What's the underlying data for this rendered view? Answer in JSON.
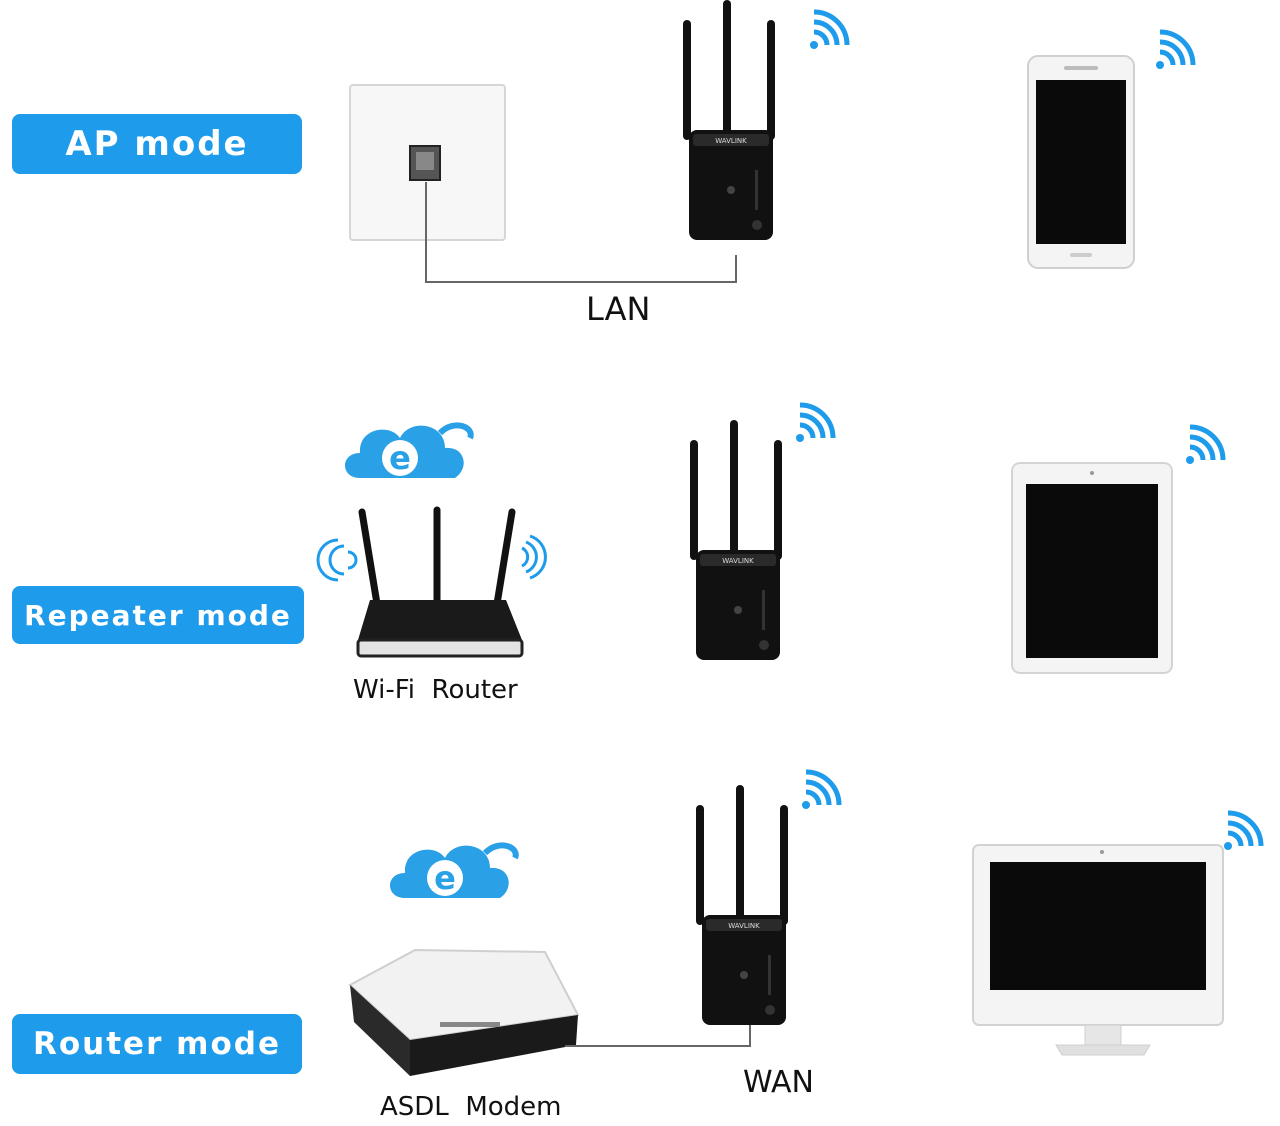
{
  "rows": [
    {
      "mode": "AP mode",
      "connection": "LAN"
    },
    {
      "mode": "Repeater mode",
      "source": "Wi-Fi  Router"
    },
    {
      "mode": "Router mode",
      "source": "ASDL  Modem",
      "connection": "WAN"
    }
  ],
  "devices": {
    "row1": "smartphone-icon",
    "row2": "tablet-icon",
    "row3": "all-in-one-pc-icon"
  },
  "colors": {
    "accent": "#1e9bea",
    "device_black": "#111111",
    "wifi_blue": "#1e9bea"
  }
}
